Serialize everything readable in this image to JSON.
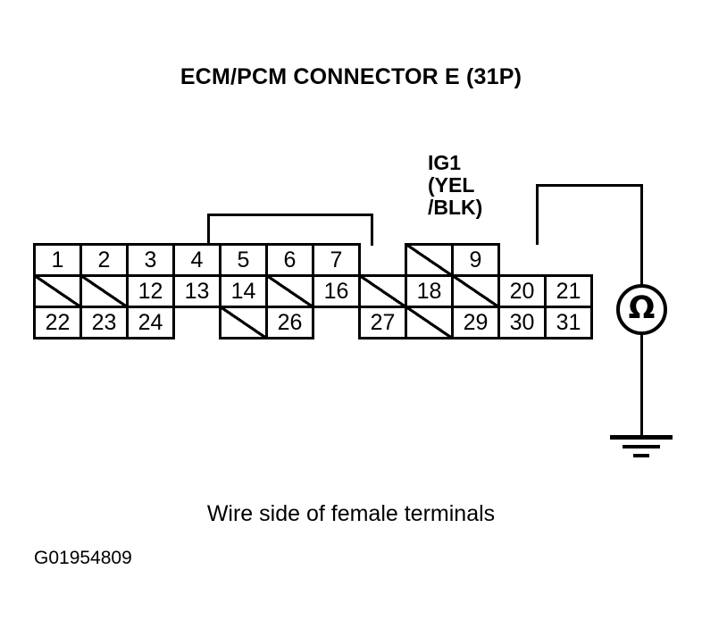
{
  "title": "ECM/PCM CONNECTOR E (31P)",
  "caption": "Wire side of female terminals",
  "figure_id": "G01954809",
  "colors": {
    "ink": "#000000",
    "background": "#ffffff"
  },
  "wire_label": {
    "line1": "IG1",
    "line2": "(YEL",
    "line3": "/BLK)"
  },
  "meter": {
    "symbol": "Ω",
    "name": "ohmmeter"
  },
  "ground": {
    "name": "chassis-ground"
  },
  "connector": {
    "name": "ECM/PCM Connector E",
    "pin_count": "31P",
    "rows": [
      {
        "cells": [
          {
            "label": "1",
            "state": "numbered"
          },
          {
            "label": "2",
            "state": "numbered"
          },
          {
            "label": "3",
            "state": "numbered"
          },
          {
            "label": "4",
            "state": "numbered"
          },
          {
            "label": "5",
            "state": "numbered"
          },
          {
            "label": "6",
            "state": "numbered"
          },
          {
            "label": "7",
            "state": "numbered"
          },
          {
            "label": "",
            "state": "gap"
          },
          {
            "label": "",
            "state": "blank"
          },
          {
            "label": "9",
            "state": "numbered"
          }
        ]
      },
      {
        "cells": [
          {
            "label": "",
            "state": "blank"
          },
          {
            "label": "",
            "state": "blank"
          },
          {
            "label": "12",
            "state": "numbered"
          },
          {
            "label": "13",
            "state": "numbered"
          },
          {
            "label": "14",
            "state": "numbered"
          },
          {
            "label": "",
            "state": "blank"
          },
          {
            "label": "16",
            "state": "numbered"
          },
          {
            "label": "",
            "state": "blank"
          },
          {
            "label": "18",
            "state": "numbered"
          },
          {
            "label": "",
            "state": "blank"
          },
          {
            "label": "20",
            "state": "numbered"
          },
          {
            "label": "21",
            "state": "numbered"
          }
        ]
      },
      {
        "cells": [
          {
            "label": "22",
            "state": "numbered"
          },
          {
            "label": "23",
            "state": "numbered"
          },
          {
            "label": "24",
            "state": "numbered"
          },
          {
            "label": "",
            "state": "gap"
          },
          {
            "label": "",
            "state": "blank"
          },
          {
            "label": "26",
            "state": "numbered"
          },
          {
            "label": "",
            "state": "gap"
          },
          {
            "label": "27",
            "state": "numbered"
          },
          {
            "label": "",
            "state": "blank"
          },
          {
            "label": "29",
            "state": "numbered"
          },
          {
            "label": "30",
            "state": "numbered"
          },
          {
            "label": "31",
            "state": "numbered"
          }
        ]
      }
    ]
  }
}
